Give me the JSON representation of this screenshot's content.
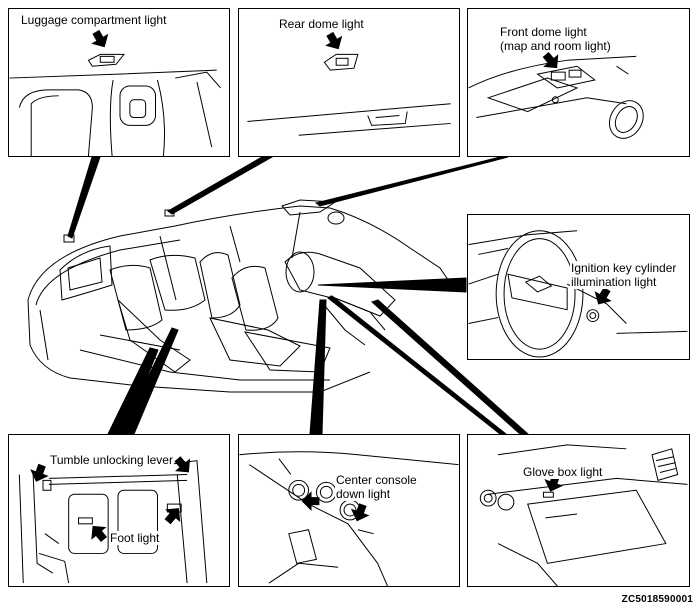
{
  "labels": {
    "luggage": "Luggage compartment light",
    "rear_dome": "Rear dome light",
    "front_dome_line1": "Front dome light",
    "front_dome_line2": "(map and room light)",
    "ignition_line1": "Ignition key cylinder",
    "ignition_line2": "illumination light",
    "tumble": "Tumble unlocking lever",
    "foot": "Foot light",
    "center_console_line1": "Center console",
    "center_console_line2": "down light",
    "glove_box": "Glove box light"
  },
  "figure_code": "ZC5018590001",
  "colors": {
    "line": "#000000",
    "background": "#ffffff"
  },
  "icons": [
    "pointer-arrow-icon"
  ]
}
